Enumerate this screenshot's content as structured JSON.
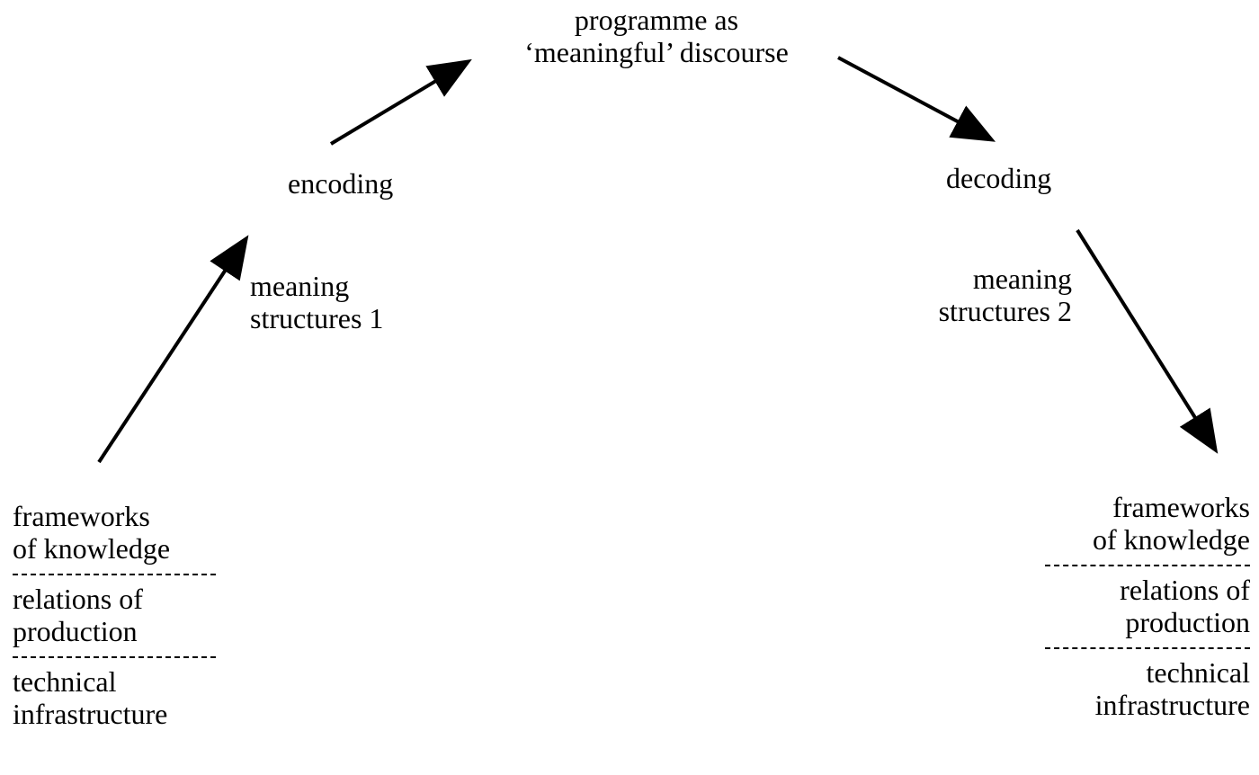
{
  "top": {
    "line1": "programme as",
    "line2": "‘meaningful’ discourse"
  },
  "encoding": "encoding",
  "decoding": "decoding",
  "meaning_structures_1": {
    "line1": "meaning",
    "line2": "structures 1"
  },
  "meaning_structures_2": {
    "line1": "meaning",
    "line2": "structures 2"
  },
  "left_stack": {
    "frameworks": [
      "frameworks",
      "of knowledge"
    ],
    "relations": [
      "relations of",
      "production"
    ],
    "technical": [
      "technical",
      "infrastructure"
    ]
  },
  "right_stack": {
    "frameworks": [
      "frameworks",
      "of knowledge"
    ],
    "relations": [
      "relations of",
      "production"
    ],
    "technical": [
      "technical",
      "infrastructure"
    ]
  }
}
